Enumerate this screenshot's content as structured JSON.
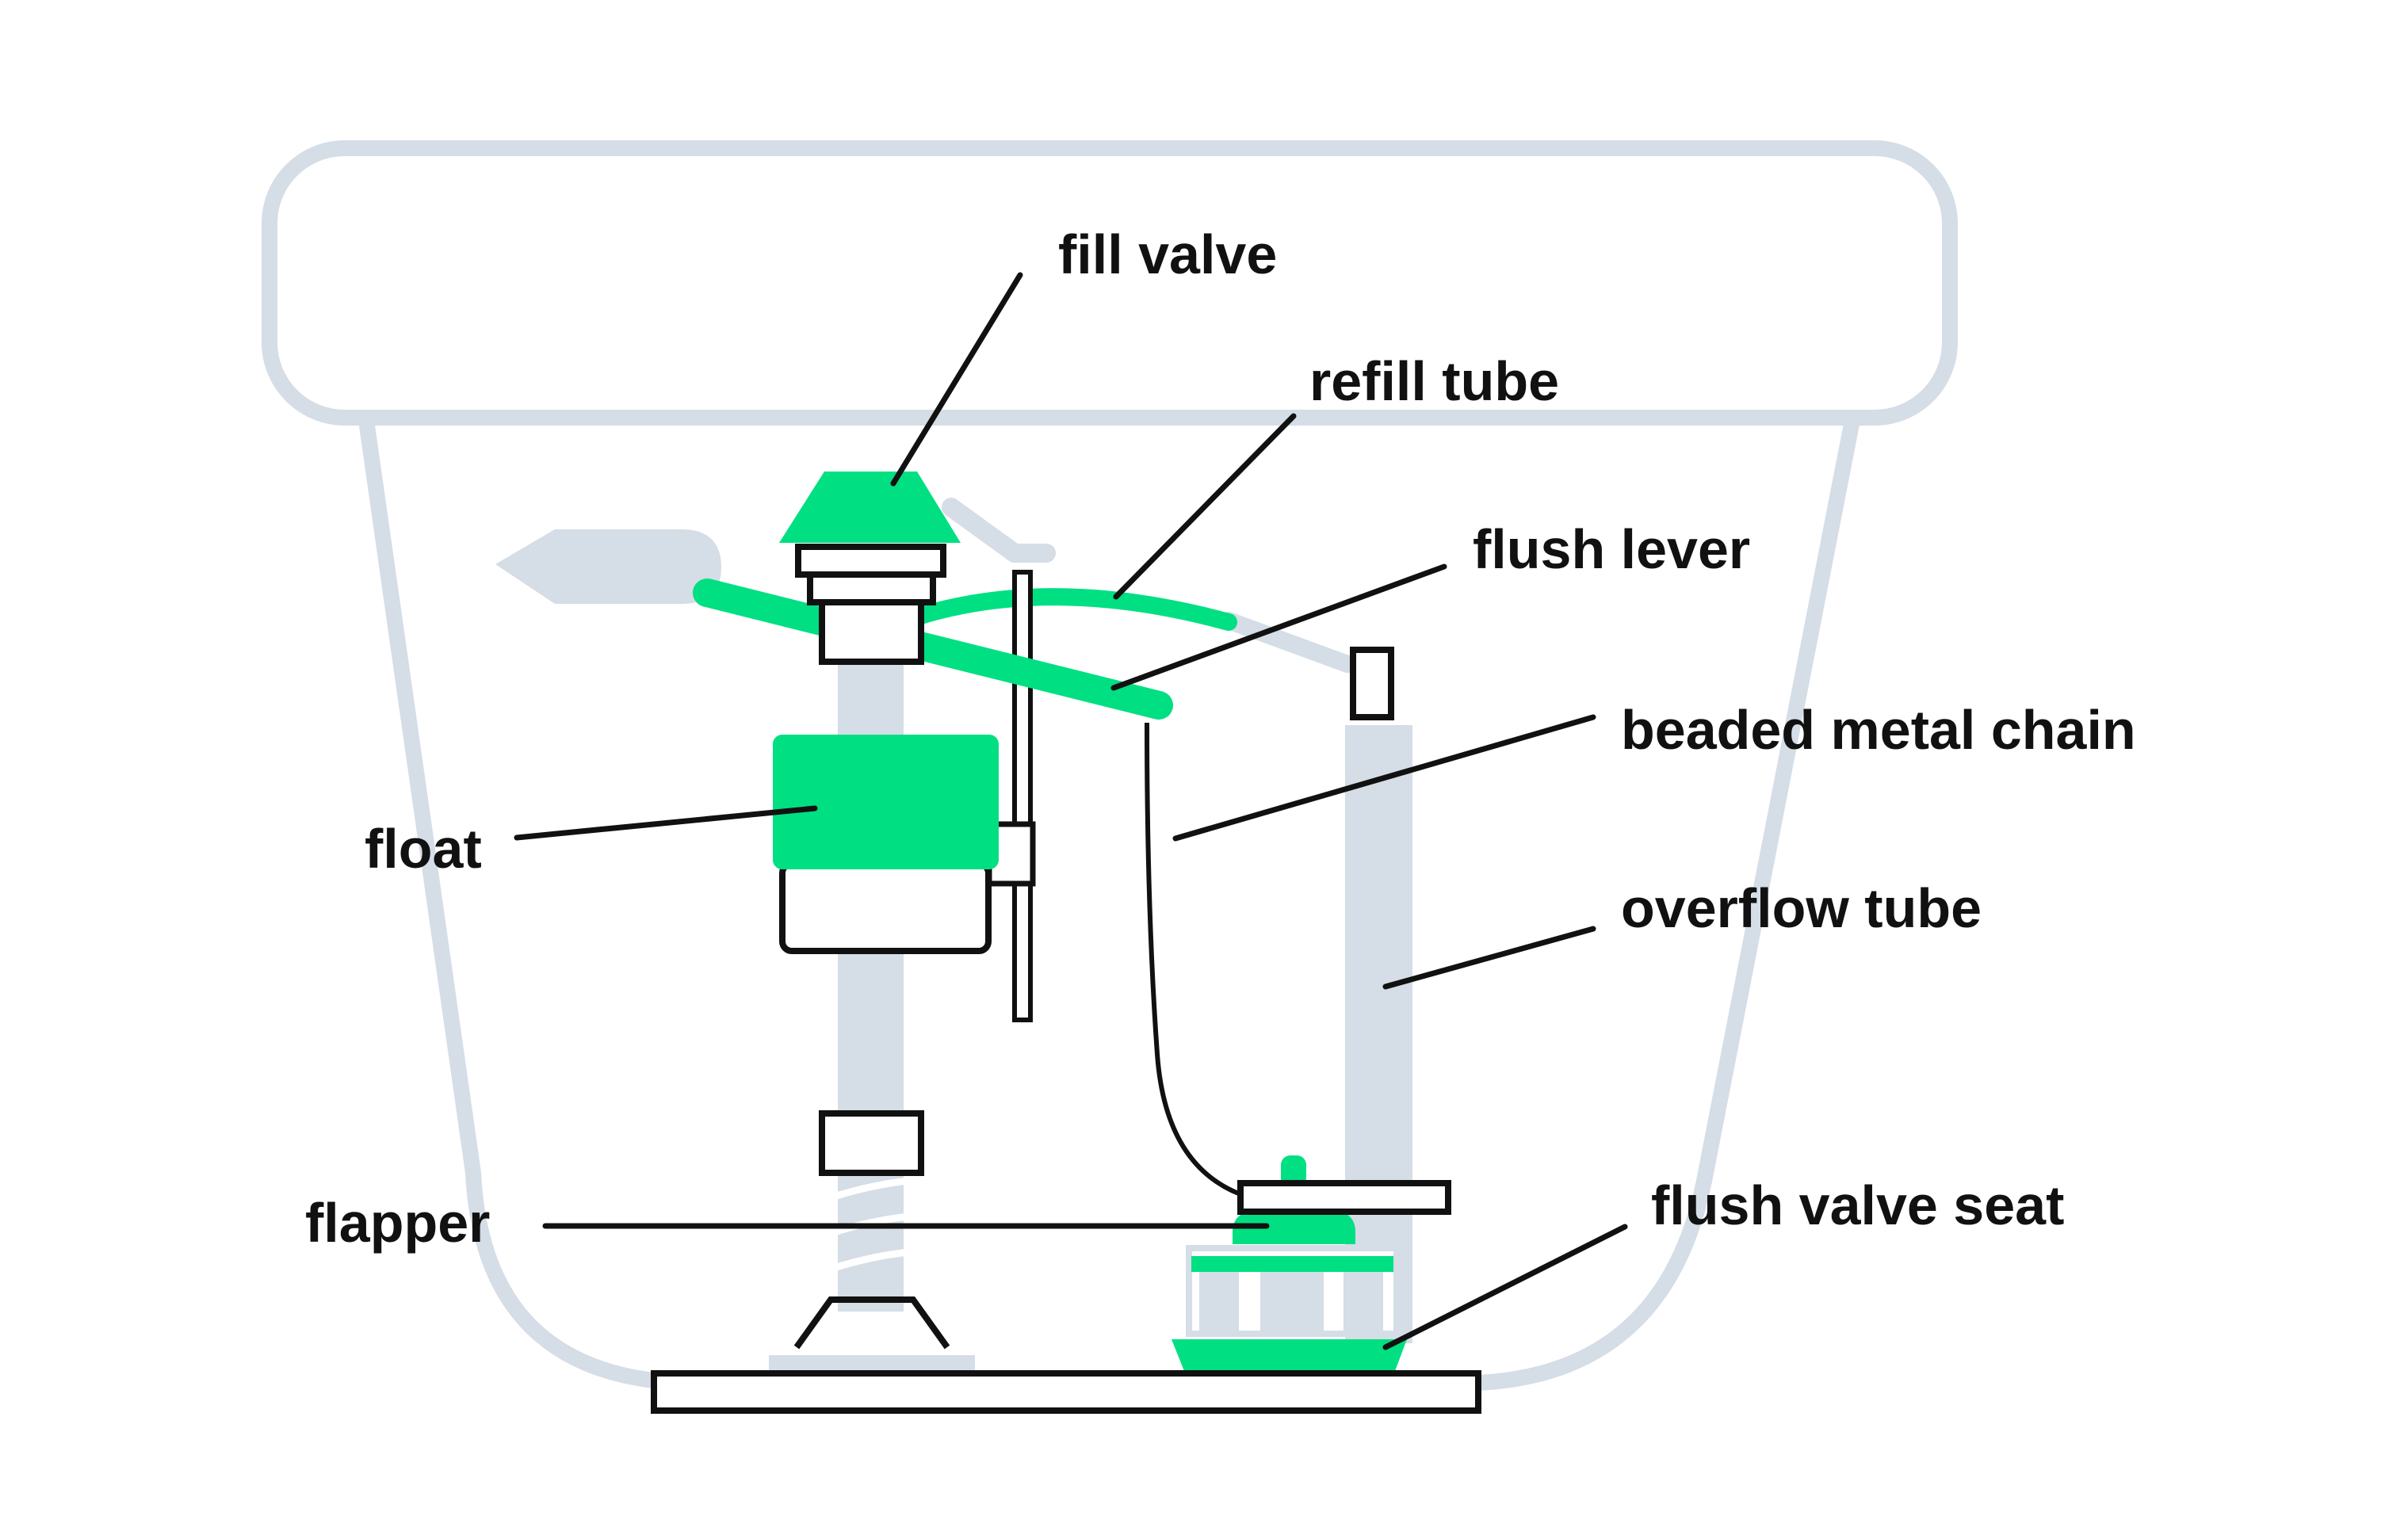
{
  "colors": {
    "accent_green": "#00DF82",
    "tank_grey": "#D5DDE6",
    "outline": "#111111",
    "background": "#FFFFFF"
  },
  "labels": {
    "fill_valve": "fill valve",
    "refill_tube": "refill tube",
    "flush_lever": "flush lever",
    "beaded_metal_chain": "beaded metal chain",
    "overflow_tube": "overflow tube",
    "float": "float",
    "flapper": "flapper",
    "flush_valve_seat": "flush valve seat"
  }
}
